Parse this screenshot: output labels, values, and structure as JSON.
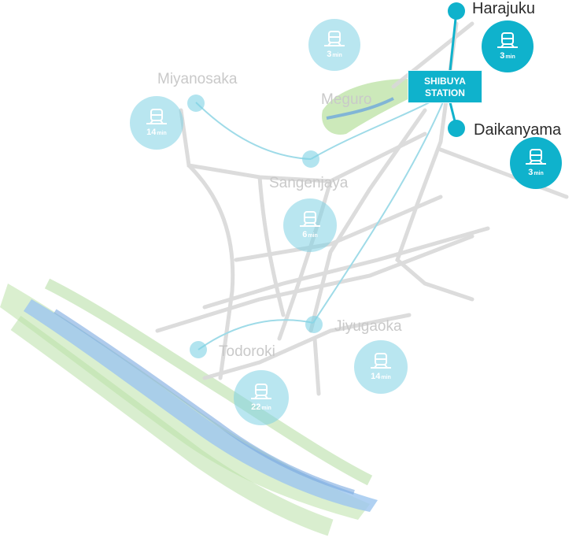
{
  "hub": {
    "line1": "SHIBUYA",
    "line2": "STATION"
  },
  "stations": {
    "harajuku": {
      "name": "Harajuku",
      "time": "3",
      "unit": "min"
    },
    "daikanyama": {
      "name": "Daikanyama",
      "time": "3",
      "unit": "min"
    },
    "meguro": {
      "name": "Meguro",
      "time": "3",
      "unit": "min"
    },
    "miyanosaka": {
      "name": "Miyanosaka",
      "time": "14",
      "unit": "min"
    },
    "sangenjaya": {
      "name": "Sangenjaya",
      "time": "6",
      "unit": "min"
    },
    "jiyugaoka": {
      "name": "Jiyugaoka",
      "time": "14",
      "unit": "min"
    },
    "todoroki": {
      "name": "Todoroki",
      "time": "22",
      "unit": "min"
    }
  },
  "colors": {
    "accent": "#0fb2cc",
    "faded": "#7fd2e4",
    "road": "#d9d9d9",
    "river": "#8fb8e8",
    "greenery": "#a8dc9a"
  },
  "icons": {
    "train": "train-icon"
  }
}
